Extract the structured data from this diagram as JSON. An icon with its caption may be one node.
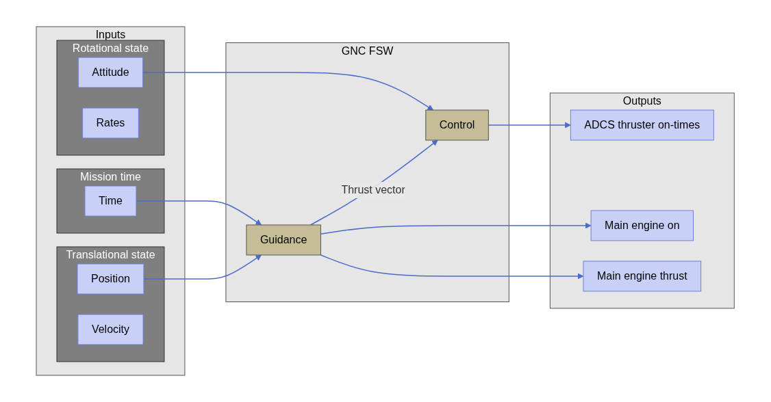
{
  "diagram": {
    "nodes": [
      {
        "text": [
          "Inputs"
        ]
      },
      {
        "text": [
          "Rotational state"
        ],
        "in": 0
      },
      {
        "text": [
          "Attitude"
        ],
        "in": 1
      },
      {
        "text": [
          "Rates"
        ],
        "in": 1
      },
      {
        "text": [
          "Mission time"
        ],
        "in": 0
      },
      {
        "text": [
          "Time"
        ],
        "in": 4
      },
      {
        "text": [
          "Translational state"
        ],
        "in": 0
      },
      {
        "text": [
          "Position"
        ],
        "in": 6
      },
      {
        "text": [
          "Velocity"
        ],
        "in": 6
      },
      {
        "text": [
          "GNC FSW"
        ]
      },
      {
        "text": [
          "Control"
        ],
        "in": 9
      },
      {
        "text": [
          "Guidance"
        ],
        "in": 9
      },
      {
        "text": [
          "Outputs"
        ]
      },
      {
        "text": [
          "ADCS thruster on-times"
        ],
        "in": 12
      },
      {
        "text": [
          "Main engine on"
        ],
        "in": 12
      },
      {
        "text": [
          "Main engine thrust"
        ],
        "in": 12
      }
    ],
    "edges": [
      {
        "from": 2,
        "to": 10,
        "arrow": "to"
      },
      {
        "from": 5,
        "to": 11,
        "arrow": "to"
      },
      {
        "from": 7,
        "to": 11,
        "arrow": "to"
      },
      {
        "from": 11,
        "to": 10,
        "label": "Thrust vector",
        "arrow": "to"
      },
      {
        "from": 10,
        "to": 13,
        "arrow": "to"
      },
      {
        "from": 11,
        "to": 14,
        "arrow": "to"
      },
      {
        "from": 11,
        "to": 15,
        "arrow": "to"
      }
    ]
  }
}
